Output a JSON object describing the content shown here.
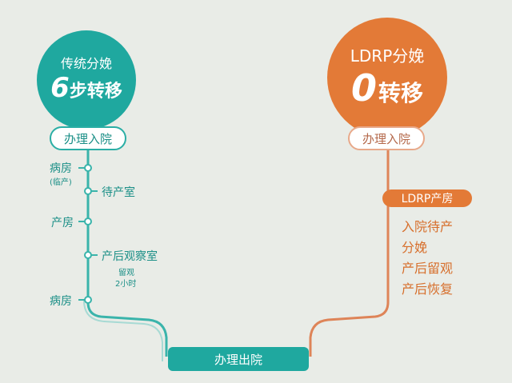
{
  "colors": {
    "teal": "#1fa89f",
    "orange": "#e37a37",
    "background": "#e9ece7"
  },
  "traditional": {
    "title": "传统分娩",
    "count": "6",
    "count_suffix": "步转移",
    "admit": "办理入院",
    "steps": [
      {
        "label": "病房",
        "note": "(临产)"
      },
      {
        "label": "待产室"
      },
      {
        "label": "产房"
      },
      {
        "label": "产后观察室",
        "note1": "留观",
        "note2": "2小时"
      },
      {
        "label": "病房"
      }
    ]
  },
  "ldrp": {
    "title": "LDRP分娩",
    "count": "0",
    "count_suffix": "转移",
    "admit": "办理入院",
    "room": "LDRP产房",
    "activities": [
      "入院待产",
      "分娩",
      "产后留观",
      "产后恢复"
    ]
  },
  "discharge": "办理出院"
}
